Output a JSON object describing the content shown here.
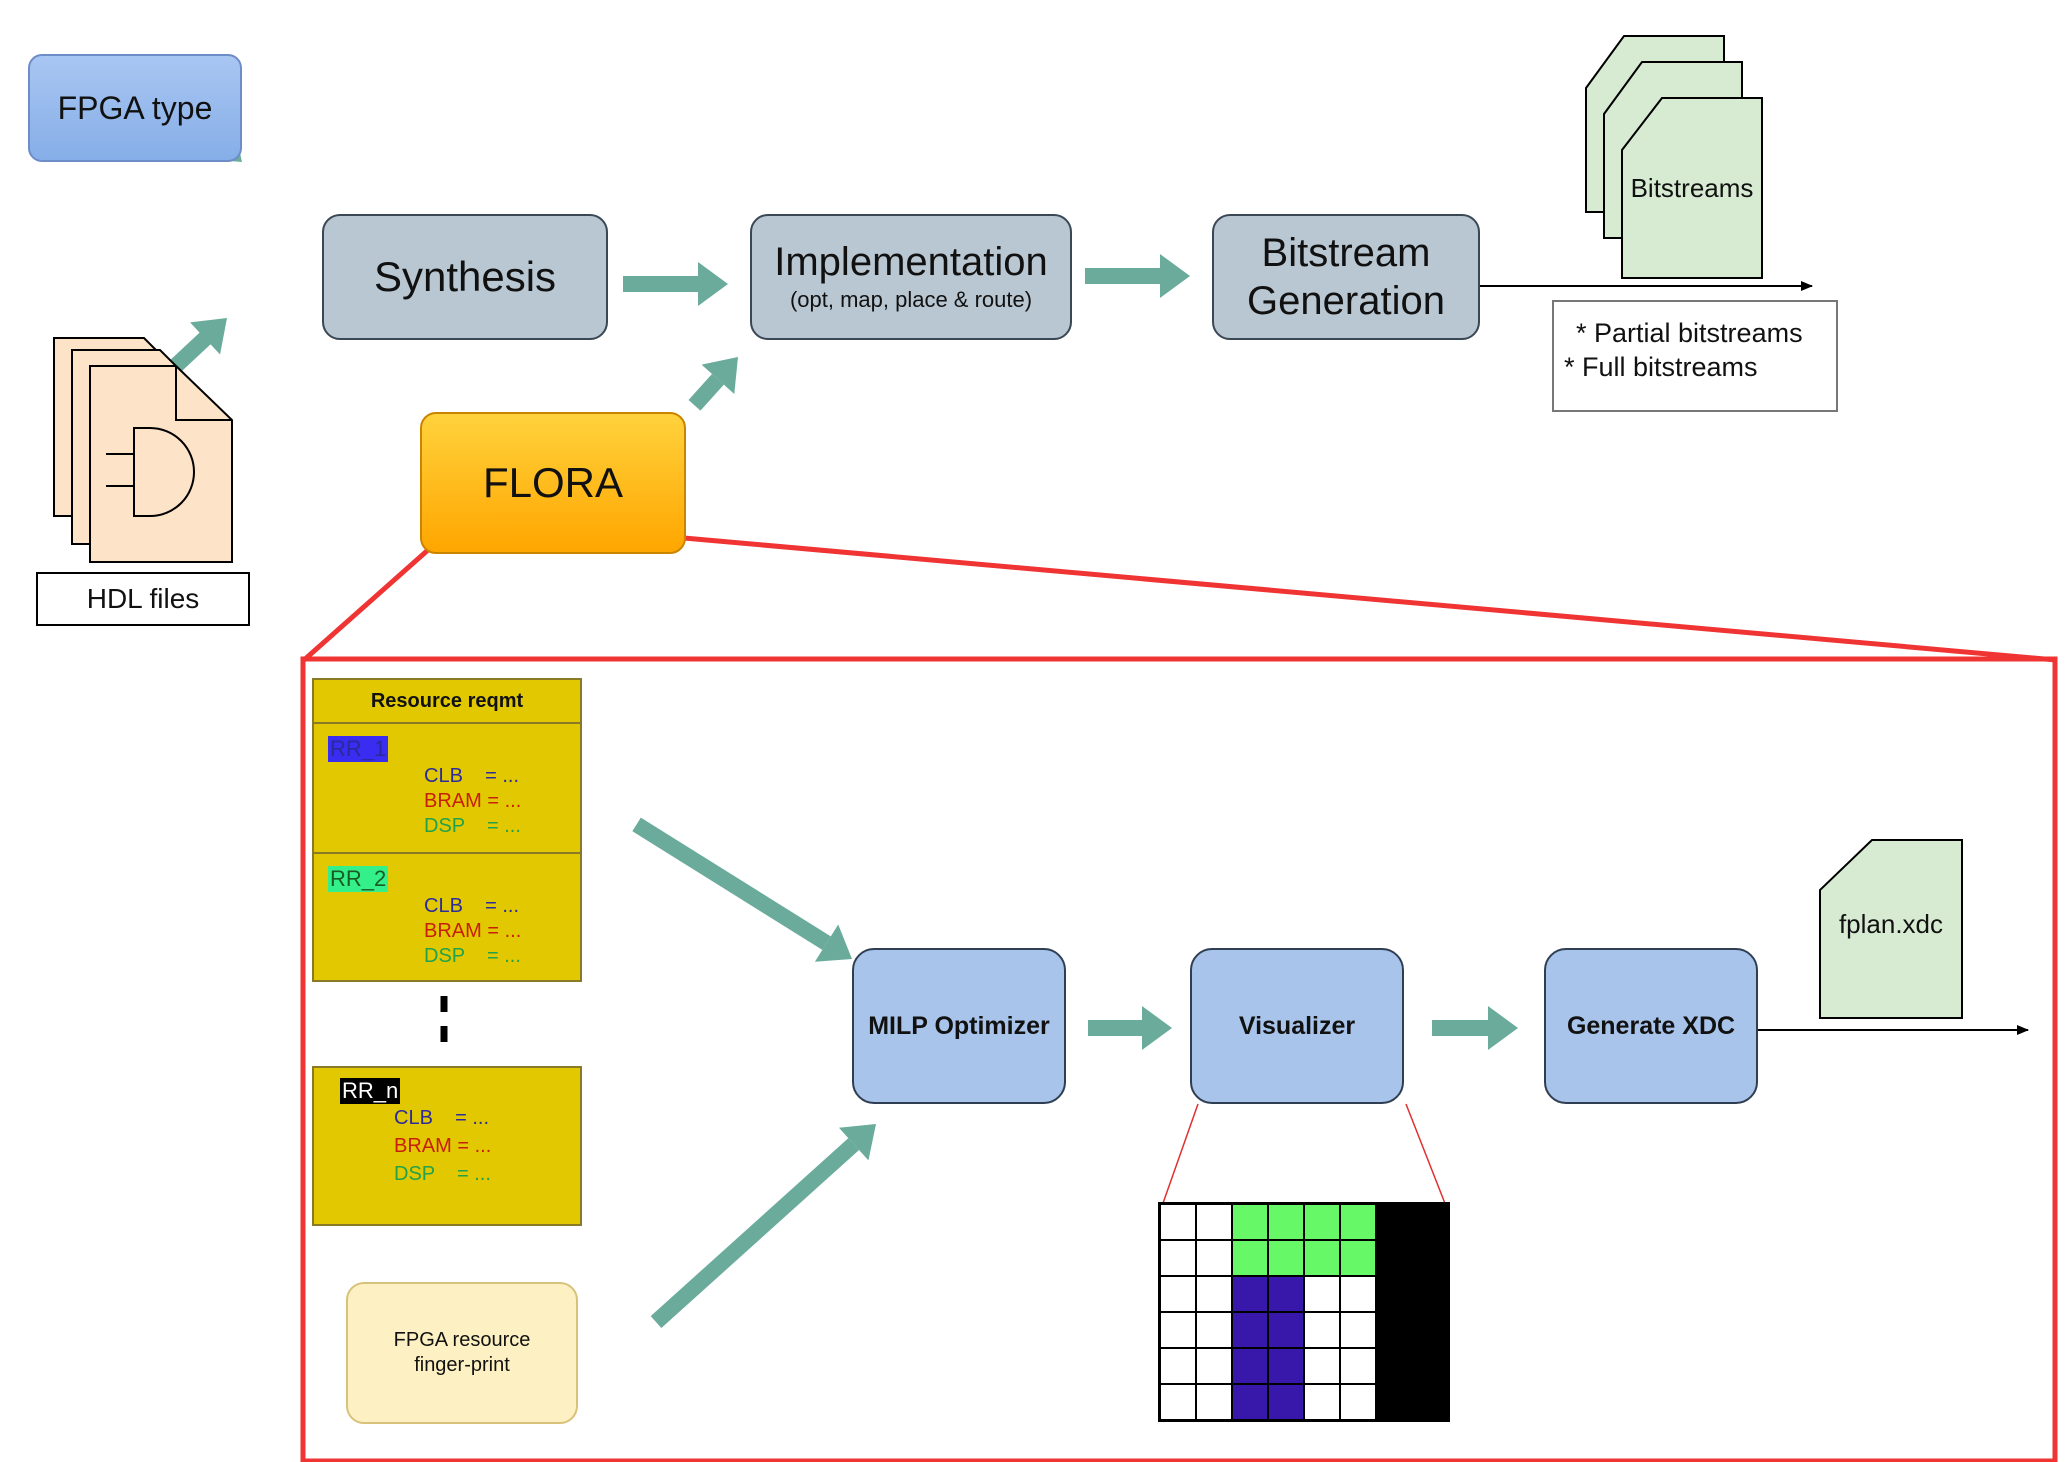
{
  "top": {
    "fpga_type": "FPGA type",
    "hdl_files": "HDL files",
    "synthesis": "Synthesis",
    "implementation_title": "Implementation",
    "implementation_sub": "(opt, map, place & route)",
    "bitstream_line1": "Bitstream",
    "bitstream_line2": "Generation",
    "bitstreams": "Bitstreams",
    "outputs": [
      "* Partial bitstreams",
      "* Full bitstreams"
    ],
    "flora": "FLORA"
  },
  "flora_detail": {
    "resource_title": "Resource reqmt",
    "regions": [
      {
        "name": "RR_1",
        "lines": [
          "CLB    = ...",
          "BRAM = ...",
          "DSP    = ..."
        ]
      },
      {
        "name": "RR_2",
        "lines": [
          "CLB    = ...",
          "BRAM = ...",
          "DSP    = ..."
        ]
      },
      {
        "name": "RR_n",
        "lines": [
          "CLB    = ...",
          "BRAM = ...",
          "DSP    = ..."
        ]
      }
    ],
    "fingerprint_line1": "FPGA resource",
    "fingerprint_line2": "finger-print",
    "milp": "MILP Optimizer",
    "visualizer": "Visualizer",
    "generate_xdc": "Generate XDC",
    "xdc_file": "fplan.xdc"
  },
  "visual_grid": [
    [
      "w",
      "w",
      "g",
      "g",
      "g",
      "g",
      "k",
      "k"
    ],
    [
      "w",
      "w",
      "g",
      "g",
      "g",
      "g",
      "k",
      "k"
    ],
    [
      "w",
      "w",
      "p",
      "p",
      "w",
      "w",
      "k",
      "k"
    ],
    [
      "w",
      "w",
      "p",
      "p",
      "w",
      "w",
      "k",
      "k"
    ],
    [
      "w",
      "w",
      "p",
      "p",
      "w",
      "w",
      "k",
      "k"
    ],
    [
      "w",
      "w",
      "p",
      "p",
      "w",
      "w",
      "k",
      "k"
    ]
  ],
  "colors": {
    "arrow": "#6aab9c",
    "flow_box": "#b9c7d2",
    "flora_box": "#ffb400",
    "fpga_type_box": "#8fb4ea",
    "hdl_doc": "#fde3c8",
    "bitstream_doc": "#d7ebd3",
    "detail_border": "#f03434",
    "resource_panel": "#e1c800",
    "fingerprint_box": "#fdf1c3",
    "tool_box": "#a8c4ea",
    "rr1_tag": "#3a2cf0",
    "rr2_tag": "#33f08a",
    "rrn_tag": "#000000"
  }
}
